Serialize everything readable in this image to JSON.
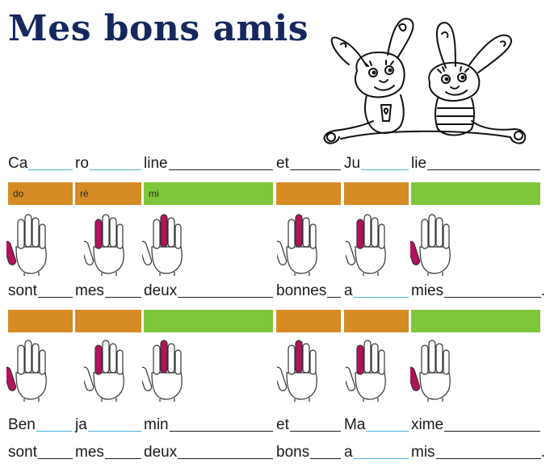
{
  "title": "Mes bons amis",
  "colors": {
    "title": "#16275e",
    "orange_bar": "#d68b25",
    "green_bar": "#7fc63a",
    "finger_highlight": "#b3135c",
    "blue_line": "#4ab3e0"
  },
  "illustration": {
    "icon": "two-bunnies-illustration"
  },
  "lyrics": {
    "line1": [
      "Ca",
      "ro",
      "line",
      "et",
      "Ju",
      "lie"
    ],
    "line2": [
      "sont",
      "mes",
      "deux",
      "bonnes",
      "a",
      "mies",
      "."
    ],
    "line3": [
      "Ben",
      "ja",
      "min",
      "et",
      "Ma",
      "xime"
    ],
    "line4": [
      "sont",
      "mes",
      "deux",
      "bons",
      "a",
      "mis",
      "."
    ]
  },
  "notes_row1": [
    "do",
    "ré",
    "mi",
    "",
    "",
    ""
  ],
  "hands": {
    "row1_fingers": [
      "thumb",
      "index",
      "middle",
      "middle",
      "index",
      "thumb"
    ],
    "row2_fingers": [
      "thumb",
      "index",
      "middle",
      "middle",
      "index",
      "thumb"
    ]
  }
}
